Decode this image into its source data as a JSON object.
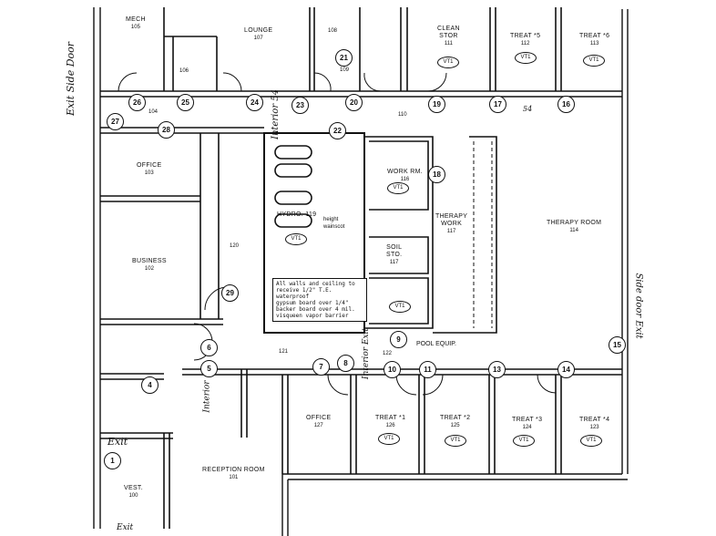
{
  "rooms": {
    "mech": {
      "name": "MECH",
      "number": "105"
    },
    "lounge": {
      "name": "LOUNGE",
      "number": "107"
    },
    "r106": {
      "number": "106"
    },
    "r108": {
      "number": "108"
    },
    "r109": {
      "number": "109"
    },
    "clean": {
      "name": "CLEAN",
      "name2": "STOR",
      "number": "111"
    },
    "treat5": {
      "name": "TREAT *5",
      "number": "112"
    },
    "treat6": {
      "name": "TREAT *6",
      "number": "113"
    },
    "r104": {
      "number": "104"
    },
    "r110": {
      "number": "110"
    },
    "office103": {
      "name": "OFFICE",
      "number": "103"
    },
    "business": {
      "name": "BUSINESS",
      "number": "102"
    },
    "r120": {
      "number": "120"
    },
    "hydro": {
      "name": "HYDRO. 119"
    },
    "workrm": {
      "name": "WORK RM.",
      "number": "116"
    },
    "therapywork": {
      "name": "THERAPY",
      "name2": "WORK",
      "number": "117"
    },
    "soil": {
      "name": "SOIL",
      "name2": "STO.",
      "number": "117"
    },
    "therapyroom": {
      "name": "THERAPY ROOM",
      "number": "114"
    },
    "r121": {
      "number": "121"
    },
    "r122": {
      "number": "122"
    },
    "office127": {
      "name": "OFFICE",
      "number": "127"
    },
    "treat1": {
      "name": "TREAT *1",
      "number": "126"
    },
    "treat2": {
      "name": "TREAT *2",
      "number": "125"
    },
    "treat3": {
      "name": "TREAT *3",
      "number": "124"
    },
    "treat4": {
      "name": "TREAT *4",
      "number": "123"
    },
    "reception": {
      "name": "RECEPTION ROOM",
      "number": "101"
    },
    "vest": {
      "name": "VEST.",
      "number": "100"
    }
  },
  "door_tags": [
    "1",
    "4",
    "5",
    "6",
    "7",
    "8",
    "9",
    "10",
    "11",
    "13",
    "14",
    "15",
    "16",
    "17",
    "18",
    "19",
    "20",
    "21",
    "22",
    "23",
    "24",
    "25",
    "26",
    "27",
    "28",
    "29"
  ],
  "vt_tag": "VT1",
  "annotations": {
    "exit_side_door": "Exit Side Door",
    "interior_54_a": "Interior 54",
    "side_door_exit": "Side door Exit",
    "interior_exit": "Interior Exit",
    "interior_b": "Interior",
    "exit_bottom": "Exit",
    "exit_lower": "Exit",
    "pool_equip": "POOL EQUIP.",
    "height": "height",
    "wainscot": "wainscot",
    "spec_note": "All walls and ceiling to\nreceive 1/2\" T.E. waterproof\ngypsum board over 1/4\"\nbacker board over 4 mil.\nvisqueen vapor barrier",
    "hand_54": "54"
  }
}
